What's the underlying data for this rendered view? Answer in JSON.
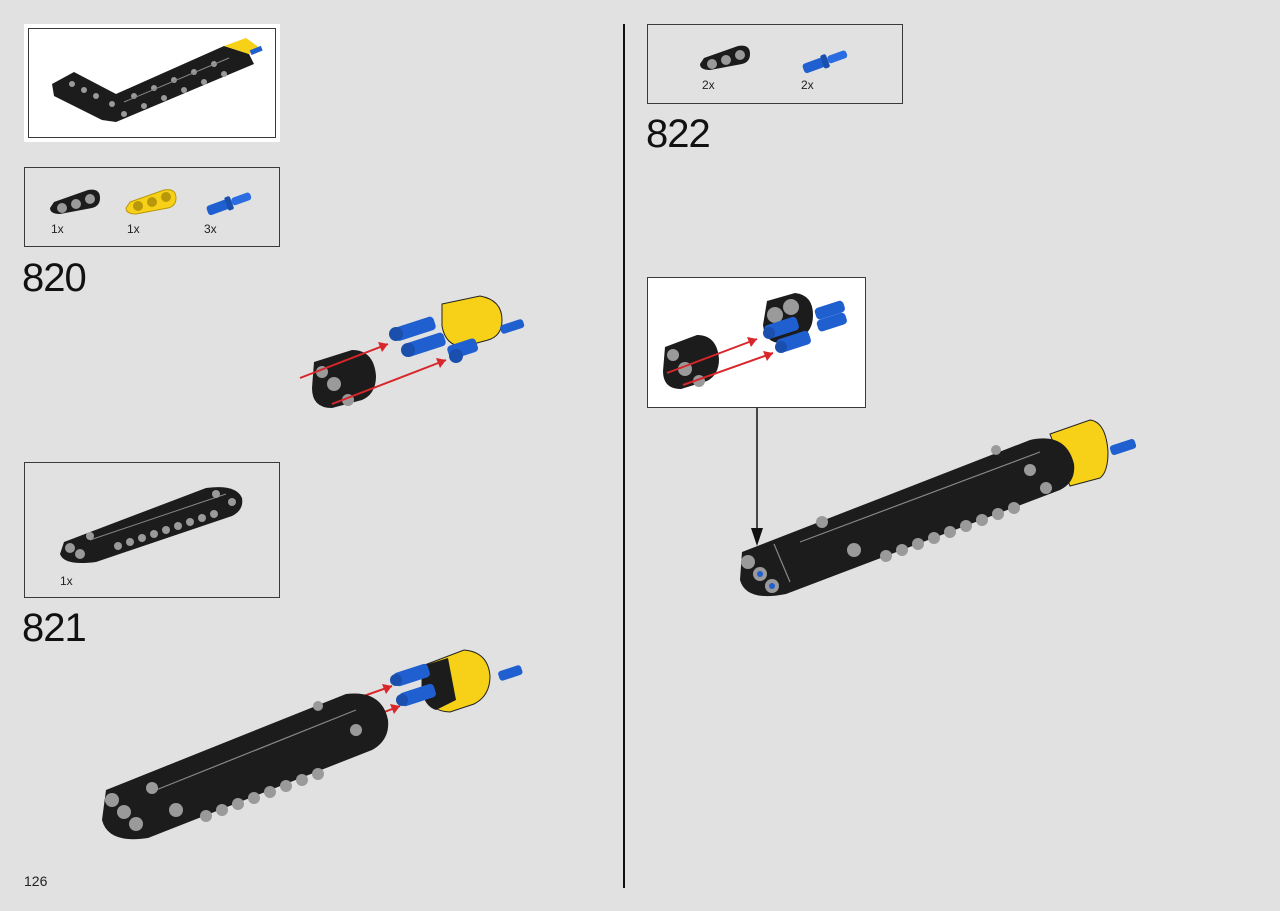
{
  "page": {
    "number": "126"
  },
  "steps": [
    {
      "number": "820",
      "parts": [
        {
          "qty": "1x",
          "icon": "black-liftarm-3-icon"
        },
        {
          "qty": "1x",
          "icon": "yellow-liftarm-3-icon"
        },
        {
          "qty": "3x",
          "icon": "blue-axle-pin-icon"
        }
      ]
    },
    {
      "number": "821",
      "parts": [
        {
          "qty": "1x",
          "icon": "black-panel-beam-icon"
        }
      ]
    },
    {
      "number": "822",
      "parts": [
        {
          "qty": "2x",
          "icon": "black-liftarm-3-icon"
        },
        {
          "qty": "2x",
          "icon": "blue-axle-pin-icon"
        }
      ]
    }
  ],
  "colors": {
    "background": "#e1e1e1",
    "black_part": "#1c1c1c",
    "yellow_part": "#f7d117",
    "blue_part": "#1f5fd0",
    "arrow_red": "#d8262b"
  }
}
